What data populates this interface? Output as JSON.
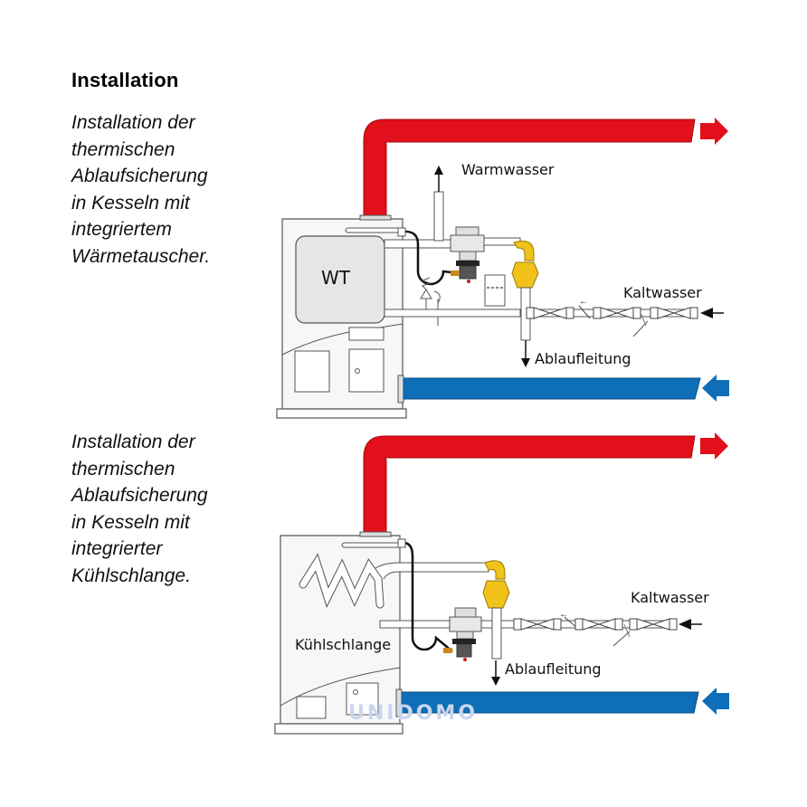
{
  "heading": "Installation",
  "colors": {
    "hot_pipe": "#e1101a",
    "cold_pipe": "#0e6eb8",
    "fitting_yellow": "#f0c21a",
    "boiler_fill": "#f3f3f3",
    "heat_exchanger_fill": "#e6e6e6"
  },
  "diagrams": [
    {
      "caption": [
        "Installation der",
        "thermischen",
        "Ablaufsicherung",
        "in Kesseln mit",
        "integriertem",
        "Wärmetauscher."
      ],
      "labels": {
        "warm_water": "Warmwasser",
        "cold_water": "Kaltwasser",
        "drain": "Ablaufleitung",
        "heat_exchanger": "WT"
      }
    },
    {
      "caption": [
        "Installation der",
        "thermischen",
        "Ablaufsicherung",
        "in Kesseln mit",
        "integrierter",
        "Kühlschlange."
      ],
      "labels": {
        "cold_water": "Kaltwasser",
        "drain": "Ablaufleitung",
        "cooling_coil": "Kühlschlange"
      }
    }
  ],
  "watermark": "UNIDOMO"
}
